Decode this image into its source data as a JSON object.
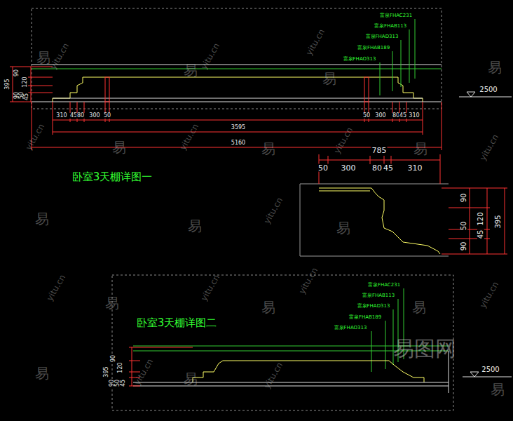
{
  "diagram": {
    "labels": [
      "卧室3天棚详图一",
      "富泉FHAC231",
      "富泉FHAB113",
      "富泉FHAD313",
      "富泉FHAB189",
      "富泉FHAO313",
      "395",
      "90",
      "120",
      "90",
      "50",
      "45",
      "310",
      "45",
      "80",
      "300",
      "50",
      "50",
      "300",
      "80",
      "45",
      "310",
      "3595",
      "5160",
      "2500",
      "785",
      "50",
      "300",
      "80",
      "45",
      "310",
      "90",
      "120",
      "50",
      "45",
      "90",
      "395",
      "卧室3天棚详图二",
      "富泉FHAC231",
      "富泉FHAB113",
      "富泉FHAD313",
      "富泉FHAB189",
      "富泉FHAO313",
      "395",
      "90",
      "120",
      "90",
      "50",
      "45",
      "2500",
      "易图网",
      "易",
      "易",
      "易",
      "易",
      "易",
      "易",
      "易",
      "易",
      "易",
      "易",
      "易",
      "易",
      "易",
      "易",
      "易",
      "易",
      "yitu.cn",
      "yitu.cn",
      "yitu.cn",
      "yitu.cn",
      "yitu.cn",
      "yitu.cn",
      "yitu.cn",
      "yitu.cn",
      "yitu.cn",
      "yitu.cn",
      "yitu.cn",
      "yitu.cn",
      "yitu.cn",
      "yitu.cn"
    ]
  }
}
